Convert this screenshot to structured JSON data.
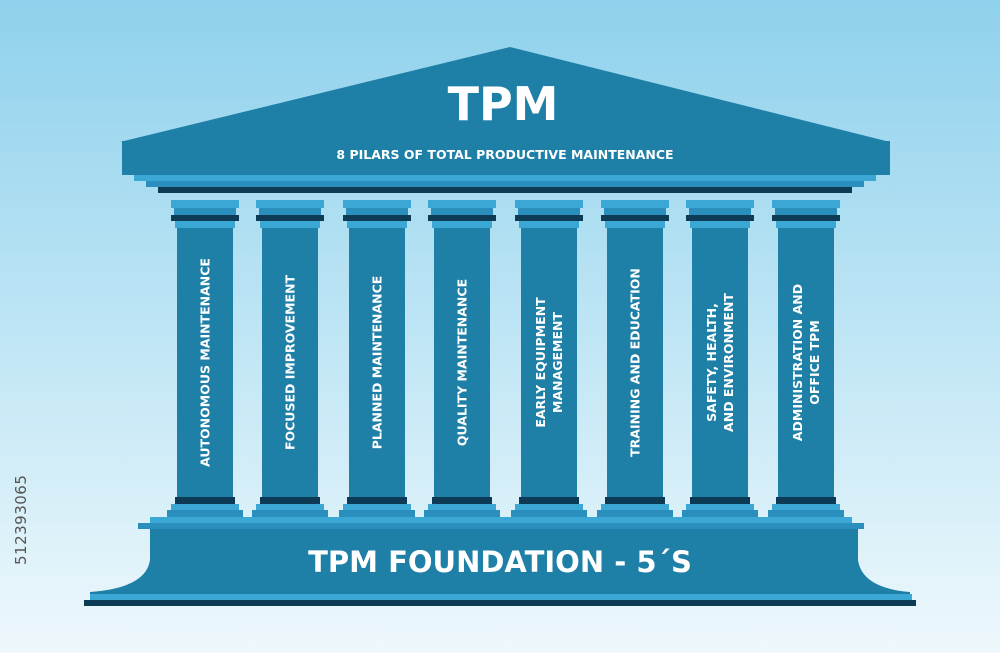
{
  "header": {
    "title": "TPM",
    "subtitle": "8 PILARS OF TOTAL PRODUCTIVE MAINTENANCE"
  },
  "pillars": [
    {
      "lines": [
        "AUTONOMOUS MAINTENANCE"
      ]
    },
    {
      "lines": [
        "FOCUSED  IMPROVEMENT"
      ]
    },
    {
      "lines": [
        "PLANNED MAINTENANCE"
      ]
    },
    {
      "lines": [
        "QUALITY MAINTENANCE"
      ]
    },
    {
      "lines": [
        "EARLY EQUIPMENT",
        "MANAGEMENT"
      ]
    },
    {
      "lines": [
        "TRAINING AND EDUCATION"
      ]
    },
    {
      "lines": [
        "SAFETY, HEALTH,",
        "AND ENVIRONMENT"
      ]
    },
    {
      "lines": [
        "ADMINISTRATION AND",
        "OFFICE TPM"
      ]
    }
  ],
  "foundation": {
    "label": "TPM FOUNDATION - 5´S"
  },
  "stock_id": "512393065",
  "colors": {
    "main": "#1e7fa7",
    "light": "#3aa7d5",
    "mid": "#2b8fbd",
    "dark": "#0d3a55",
    "text": "#ffffff"
  }
}
